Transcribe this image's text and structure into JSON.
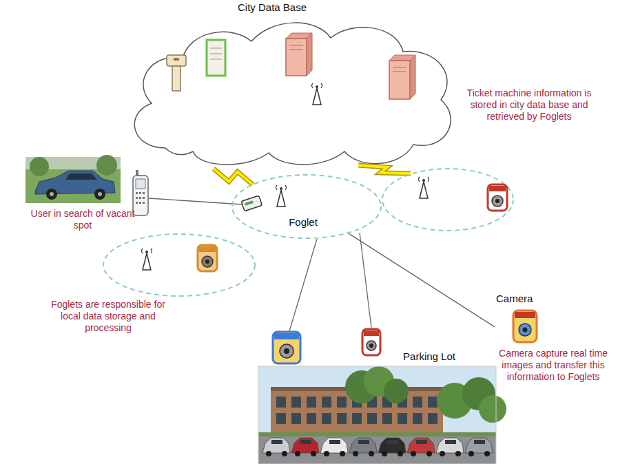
{
  "diagram": {
    "nodes": [
      {
        "text": [
          "City Data Base"
        ]
      },
      {
        "text": [
          "Foglet"
        ]
      },
      {
        "text": [
          "Camera"
        ]
      },
      {
        "text": [
          "Parking Lot"
        ]
      }
    ],
    "edges": [
      {
        "from": 0,
        "to": 1,
        "arrow": "none"
      },
      {
        "from": 1,
        "to": 2,
        "arrow": "none"
      }
    ],
    "labels": [
      "Ticket machine information is stored in city data base and retrieved by Foglets",
      "User in search of vacant spot",
      "Foglets are responsible for local data storage and processing",
      "Camera capture real time images and transfer this information to Foglets"
    ]
  }
}
